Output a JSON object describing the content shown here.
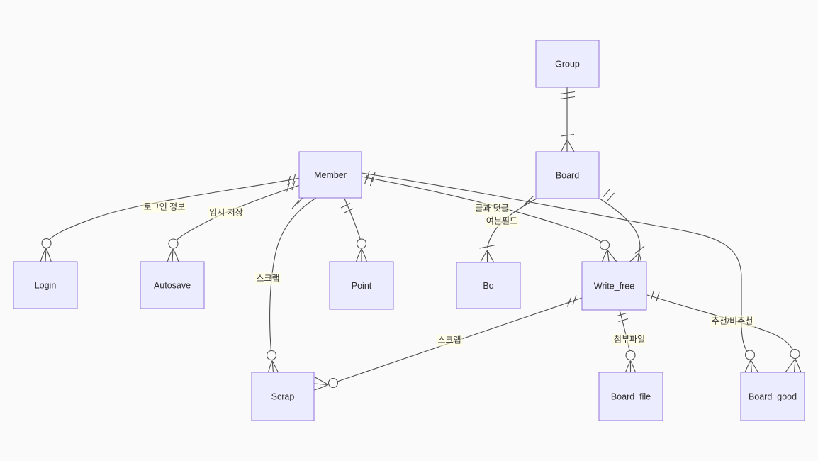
{
  "page": {
    "background_color": "#fafafa"
  },
  "diagram": {
    "type": "entity-relationship",
    "notation": "crows-foot",
    "colors": {
      "entity_fill": "#ECECFF",
      "entity_border": "#9370DB",
      "relationship_line": "#4d4d4d",
      "label_background": "#ffffde",
      "text": "#333333"
    },
    "entities": [
      {
        "name": "Group"
      },
      {
        "name": "Board"
      },
      {
        "name": "Member"
      },
      {
        "name": "Login"
      },
      {
        "name": "Autosave"
      },
      {
        "name": "Point"
      },
      {
        "name": "Bo"
      },
      {
        "name": "Write_free"
      },
      {
        "name": "Scrap"
      },
      {
        "name": "Board_file"
      },
      {
        "name": "Board_good"
      }
    ],
    "relationships": [
      {
        "from": "Group",
        "to": "Board",
        "label": "",
        "from_cardinality": "exactly-one",
        "to_cardinality": "one-or-more"
      },
      {
        "from": "Member",
        "to": "Login",
        "label": "로그인 정보",
        "from_cardinality": "exactly-one",
        "to_cardinality": "zero-or-more"
      },
      {
        "from": "Member",
        "to": "Autosave",
        "label": "임시 저장",
        "from_cardinality": "exactly-one",
        "to_cardinality": "zero-or-more"
      },
      {
        "from": "Member",
        "to": "Point",
        "label": "",
        "from_cardinality": "exactly-one",
        "to_cardinality": "zero-or-more"
      },
      {
        "from": "Member",
        "to": "Scrap",
        "label": "스크랩",
        "from_cardinality": "exactly-one",
        "to_cardinality": "zero-or-more"
      },
      {
        "from": "Member",
        "to": "Write_free",
        "label": "글과 덧글",
        "from_cardinality": "exactly-one",
        "to_cardinality": "zero-or-more"
      },
      {
        "from": "Member",
        "to": "Board_good",
        "label": "",
        "from_cardinality": "exactly-one",
        "to_cardinality": "zero-or-more"
      },
      {
        "from": "Board",
        "to": "Bo",
        "label": "여분필드",
        "from_cardinality": "exactly-one",
        "to_cardinality": "one-or-more"
      },
      {
        "from": "Board",
        "to": "Write_free",
        "label": "",
        "from_cardinality": "exactly-one",
        "to_cardinality": "one-or-more"
      },
      {
        "from": "Write_free",
        "to": "Scrap",
        "label": "스크랩",
        "from_cardinality": "exactly-one",
        "to_cardinality": "zero-or-more"
      },
      {
        "from": "Write_free",
        "to": "Board_file",
        "label": "첨부파일",
        "from_cardinality": "exactly-one",
        "to_cardinality": "zero-or-more"
      },
      {
        "from": "Write_free",
        "to": "Board_good",
        "label": "추천/비추천",
        "from_cardinality": "exactly-one",
        "to_cardinality": "zero-or-more"
      }
    ]
  }
}
